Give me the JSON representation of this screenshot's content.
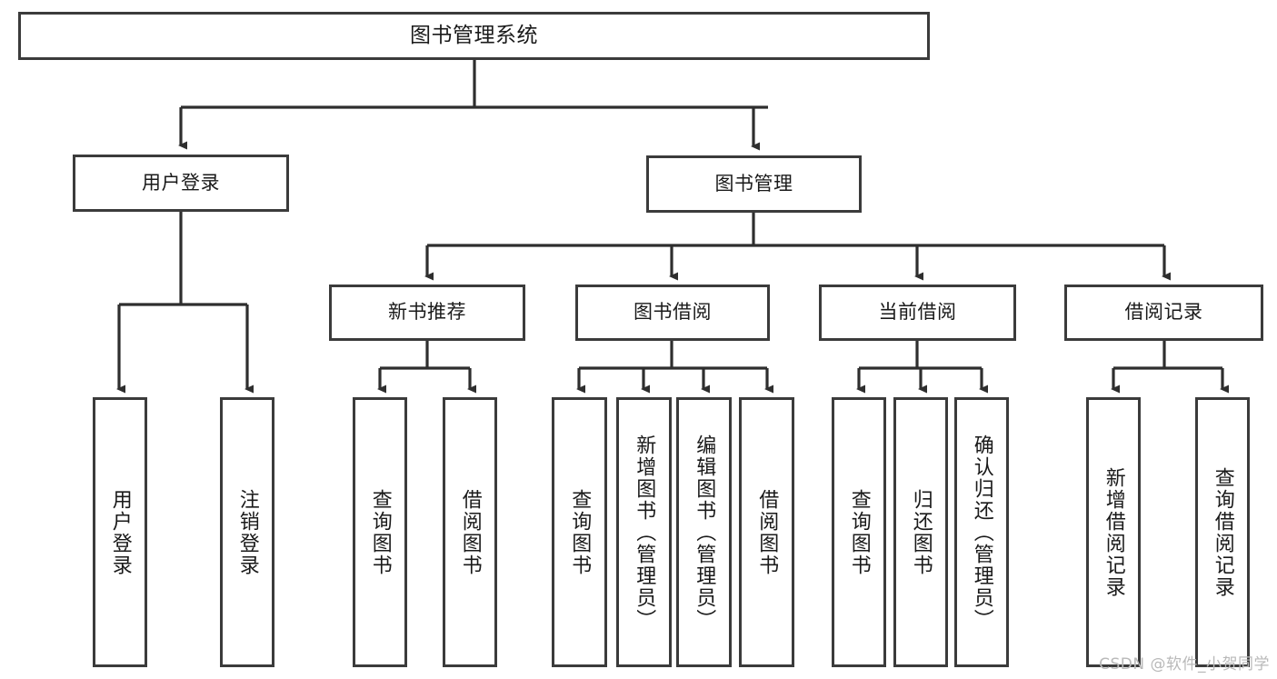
{
  "diagram": {
    "title": "图书管理系统",
    "root": {
      "label": "图书管理系统"
    },
    "level1": [
      {
        "label": "用户登录"
      },
      {
        "label": "图书管理"
      }
    ],
    "level2": [
      {
        "label": "新书推荐"
      },
      {
        "label": "图书借阅"
      },
      {
        "label": "当前借阅"
      },
      {
        "label": "借阅记录"
      }
    ],
    "leaves": [
      {
        "label": "用户登录",
        "parent": "用户登录"
      },
      {
        "label": "注销登录",
        "parent": "用户登录"
      },
      {
        "label": "查询图书",
        "parent": "新书推荐"
      },
      {
        "label": "借阅图书",
        "parent": "新书推荐"
      },
      {
        "label": "查询图书",
        "parent": "图书借阅"
      },
      {
        "label": "新增图书（管理员）",
        "parent": "图书借阅"
      },
      {
        "label": "编辑图书（管理员）",
        "parent": "图书借阅"
      },
      {
        "label": "借阅图书",
        "parent": "图书借阅"
      },
      {
        "label": "查询图书",
        "parent": "当前借阅"
      },
      {
        "label": "归还图书",
        "parent": "当前借阅"
      },
      {
        "label": "确认归还（管理员）",
        "parent": "当前借阅"
      },
      {
        "label": "新增借阅记录",
        "parent": "借阅记录"
      },
      {
        "label": "查询借阅记录",
        "parent": "借阅记录"
      }
    ],
    "colors": {
      "stroke": "#3b3b3b",
      "fill": "#ffffff",
      "text": "#1a1a1a",
      "watermark": "#b9b9b9"
    }
  },
  "watermark": {
    "text": "CSDN @软件_小贺同学"
  }
}
